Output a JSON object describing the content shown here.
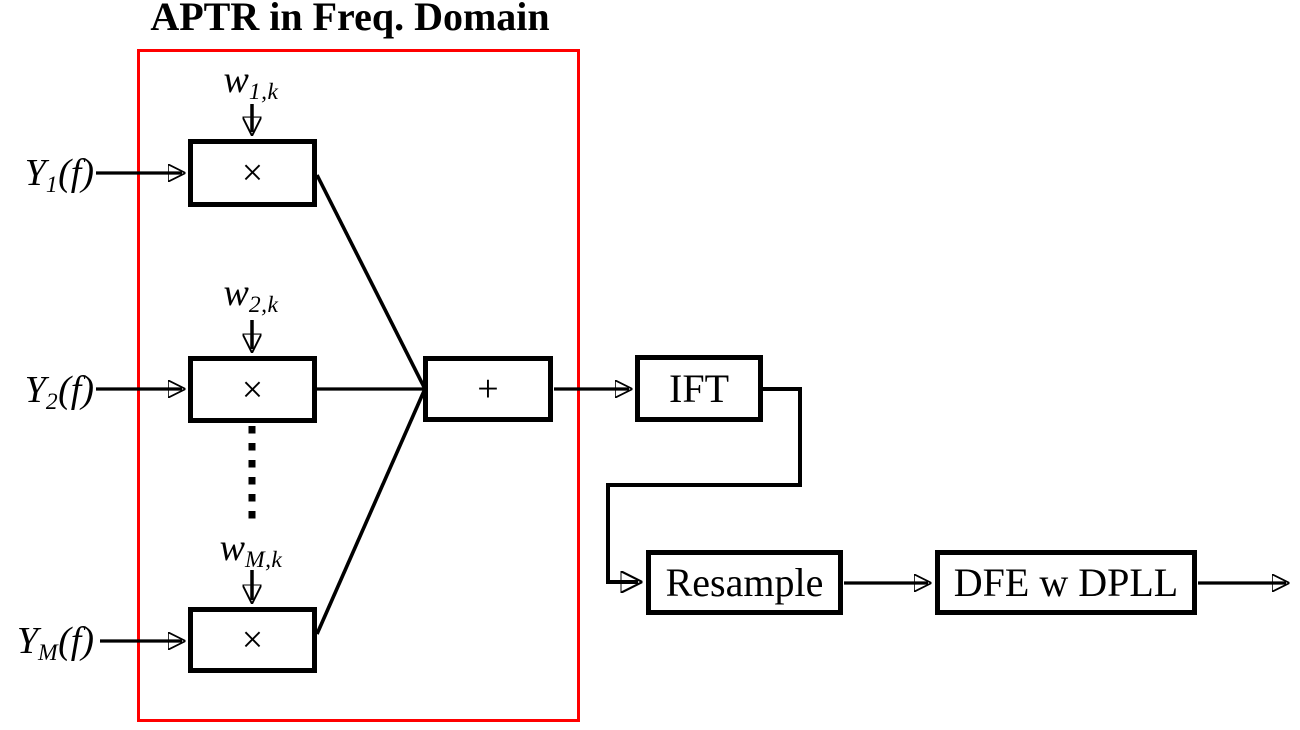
{
  "figure": {
    "title": "APTR in Freq. Domain"
  },
  "inputs": [
    {
      "base": "Y",
      "sub": "1",
      "arg": "(f)"
    },
    {
      "base": "Y",
      "sub": "2",
      "arg": "(f)"
    },
    {
      "base": "Y",
      "sub": "M",
      "arg": "(f)"
    }
  ],
  "weights": [
    {
      "base": "w",
      "sub": "1,k"
    },
    {
      "base": "w",
      "sub": "2,k"
    },
    {
      "base": "w",
      "sub": "M,k"
    }
  ],
  "blocks": {
    "multipliers": [
      "×",
      "×",
      "×"
    ],
    "summer": "+",
    "ift": "IFT",
    "resample": "Resample",
    "dfe": "DFE w DPLL"
  },
  "colors": {
    "line": "#000000",
    "group_border": "#ff0000",
    "background": "#ffffff"
  }
}
